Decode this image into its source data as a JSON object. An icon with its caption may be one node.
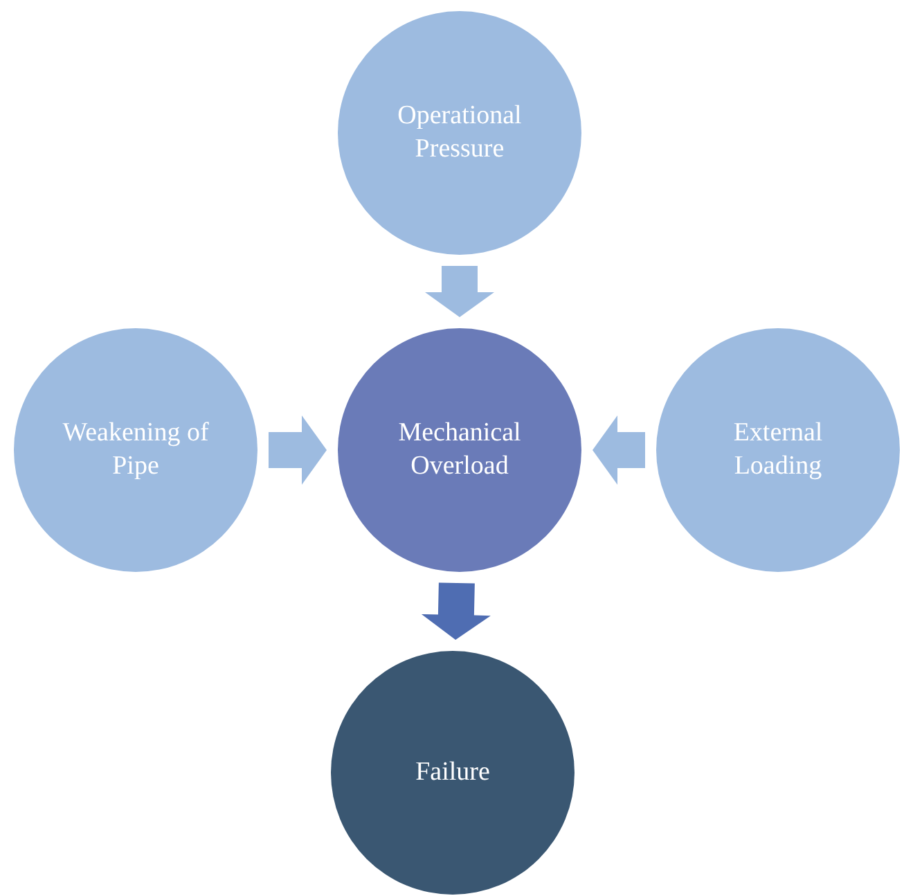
{
  "diagram": {
    "nodes": [
      {
        "text": [
          "Operational Pressure"
        ]
      },
      {
        "text": [
          "Weakening of Pipe"
        ]
      },
      {
        "text": [
          "Mechanical Overload"
        ]
      },
      {
        "text": [
          "External Loading"
        ]
      },
      {
        "text": [
          "Failure"
        ]
      }
    ],
    "edges": [
      {
        "from": 0,
        "to": 2,
        "arrow": "to"
      },
      {
        "from": 1,
        "to": 2,
        "arrow": "to"
      },
      {
        "from": 3,
        "to": 2,
        "arrow": "to"
      },
      {
        "from": 2,
        "to": 4,
        "arrow": "to",
        "color": "#4f6db2"
      }
    ]
  }
}
